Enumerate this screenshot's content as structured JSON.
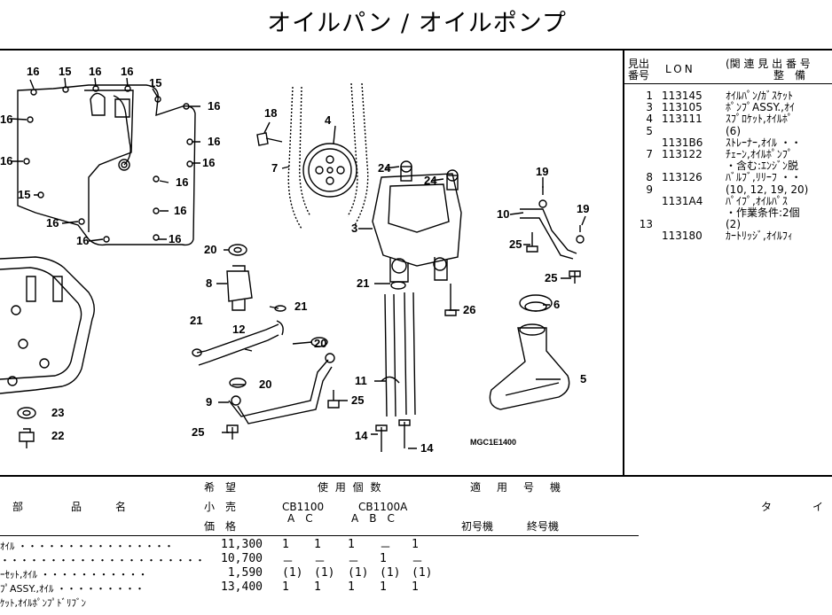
{
  "title": "オイルパン / オイルポンプ",
  "list_header": {
    "col1_line1": "見出",
    "col1_line2": "番号",
    "col2": "LON",
    "col3_line1": "(関 連 見 出 番 号",
    "col3_line2": "整　備"
  },
  "list_rows": [
    {
      "no": "1",
      "lon": "113145",
      "desc": "ｵｲﾙﾊﾟﾝ/ｶﾞｽｹｯﾄ"
    },
    {
      "no": "3",
      "lon": "113105",
      "desc": "ﾎﾟﾝﾌﾟASSY.,ｵｲ"
    },
    {
      "no": "4",
      "lon": "113111",
      "desc": "ｽﾌﾟﾛｹｯﾄ,ｵｲﾙﾎﾟ"
    },
    {
      "no": "5",
      "lon": "",
      "desc": "(6)"
    },
    {
      "no": "",
      "lon": "1131B6",
      "desc": "ｽﾄﾚｰﾅｰ,ｵｲﾙ ・・"
    },
    {
      "no": "7",
      "lon": "113122",
      "desc": "ﾁｪｰﾝ,ｵｲﾙﾎﾟﾝﾌﾟ"
    },
    {
      "no": "",
      "lon": "",
      "desc": "・含む:ｴﾝｼﾞﾝ脱"
    },
    {
      "no": "8",
      "lon": "113126",
      "desc": "ﾊﾞﾙﾌﾞ,ﾘﾘｰﾌ ・・"
    },
    {
      "no": "9",
      "lon": "",
      "desc": "(10, 12, 19, 20)"
    },
    {
      "no": "",
      "lon": "1131A4",
      "desc": "ﾊﾟｲﾌﾟ,ｵｲﾙﾊﾟｽ"
    },
    {
      "no": "",
      "lon": "",
      "desc": "・作業条件:2個"
    },
    {
      "no": "13",
      "lon": "",
      "desc": "(2)"
    },
    {
      "no": "",
      "lon": "113180",
      "desc": "ｶｰﾄﾘｯｼﾞ,ｵｲﾙﾌｨ"
    }
  ],
  "callouts": {
    "c1": "16",
    "c2": "15",
    "c3": "16",
    "c4": "16",
    "c5": "15",
    "c6": "16",
    "c7": "16",
    "c8": "16",
    "c9": "16",
    "c10": "16",
    "c11": "16",
    "c12": "16",
    "c13": "15",
    "c14": "16",
    "c15": "16",
    "c16": "16",
    "c17": "18",
    "c18": "4",
    "c19": "7",
    "c20": "24",
    "c21": "24",
    "c22": "3",
    "c23": "19",
    "c24": "10",
    "c25": "19",
    "c26": "25",
    "c27": "25",
    "c28": "20",
    "c29": "8",
    "c30": "21",
    "c31": "21",
    "c32": "12",
    "c33": "20",
    "c34": "20",
    "c35": "9",
    "c36": "25",
    "c37": "21",
    "c38": "26",
    "c39": "6",
    "c40": "11",
    "c41": "25",
    "c42": "5",
    "c43": "14",
    "c44": "14",
    "c45": "23",
    "c46": "22"
  },
  "diagram_code": "MGC1E1400",
  "table_header": {
    "part_name_chars": [
      "部",
      "品",
      "名"
    ],
    "price_col": [
      "希　望",
      "小　売",
      "価　格"
    ],
    "qty_title": "使 用 個 数",
    "model1": "CB1100",
    "model2": "CB1100A",
    "sub1": "A　C",
    "sub2": "A　B　C",
    "applic_title": "適　用　号　機",
    "first_unit": "初号機",
    "last_unit": "終号機",
    "type_chars": [
      "タ",
      "イ"
    ]
  },
  "table_rows": [
    {
      "name": "ｵｲﾙ ・・・・・・・・・・・・・・・・",
      "price": "11,300",
      "qty": [
        "1",
        "1",
        "1",
        "－",
        "1"
      ]
    },
    {
      "name": "・・・・・・・・・・・・・・・・・・・・・",
      "price": "10,700",
      "qty": [
        "－",
        "－",
        "－",
        "1",
        "－"
      ]
    },
    {
      "name": "ｰｾｯﾄ,ｵｲﾙ ・・・・・・・・・・・",
      "price": "1,590",
      "qty": [
        "(1)",
        "(1)",
        "(1)",
        "(1)",
        "(1)"
      ]
    },
    {
      "name": "ﾌﾟASSY.,ｵｲﾙ ・・・・・・・・・",
      "price": "13,400",
      "qty": [
        "1",
        "1",
        "1",
        "1",
        "1"
      ]
    },
    {
      "name": "ｹｯﾄ,ｵｲﾙﾎﾟﾝﾌﾟﾄﾞﾘﾌﾞﾝ",
      "price": "",
      "qty": [
        "",
        "",
        "",
        "",
        ""
      ]
    }
  ]
}
